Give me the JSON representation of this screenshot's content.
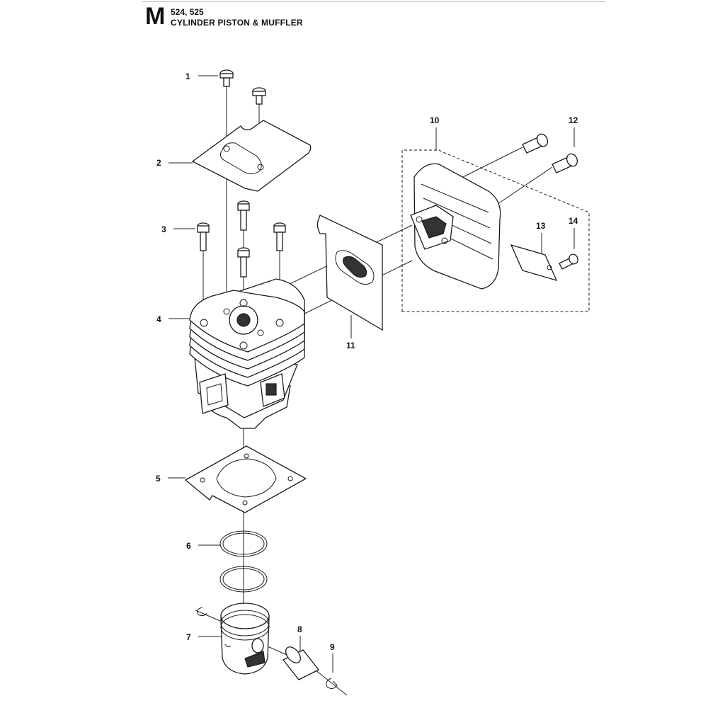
{
  "header": {
    "section_letter": "M",
    "models": "524, 525",
    "title": "CYLINDER PISTON & MUFFLER"
  },
  "callouts": [
    {
      "id": "1",
      "label": "1"
    },
    {
      "id": "2",
      "label": "2"
    },
    {
      "id": "3",
      "label": "3"
    },
    {
      "id": "4",
      "label": "4"
    },
    {
      "id": "5",
      "label": "5"
    },
    {
      "id": "6",
      "label": "6"
    },
    {
      "id": "7",
      "label": "7"
    },
    {
      "id": "8",
      "label": "8"
    },
    {
      "id": "9",
      "label": "9"
    },
    {
      "id": "10",
      "label": "10"
    },
    {
      "id": "11",
      "label": "11"
    },
    {
      "id": "12",
      "label": "12"
    },
    {
      "id": "13",
      "label": "13"
    },
    {
      "id": "14",
      "label": "14"
    }
  ],
  "colors": {
    "ink": "#1a1a1a",
    "background": "#ffffff",
    "rule": "#bbbbbb"
  }
}
